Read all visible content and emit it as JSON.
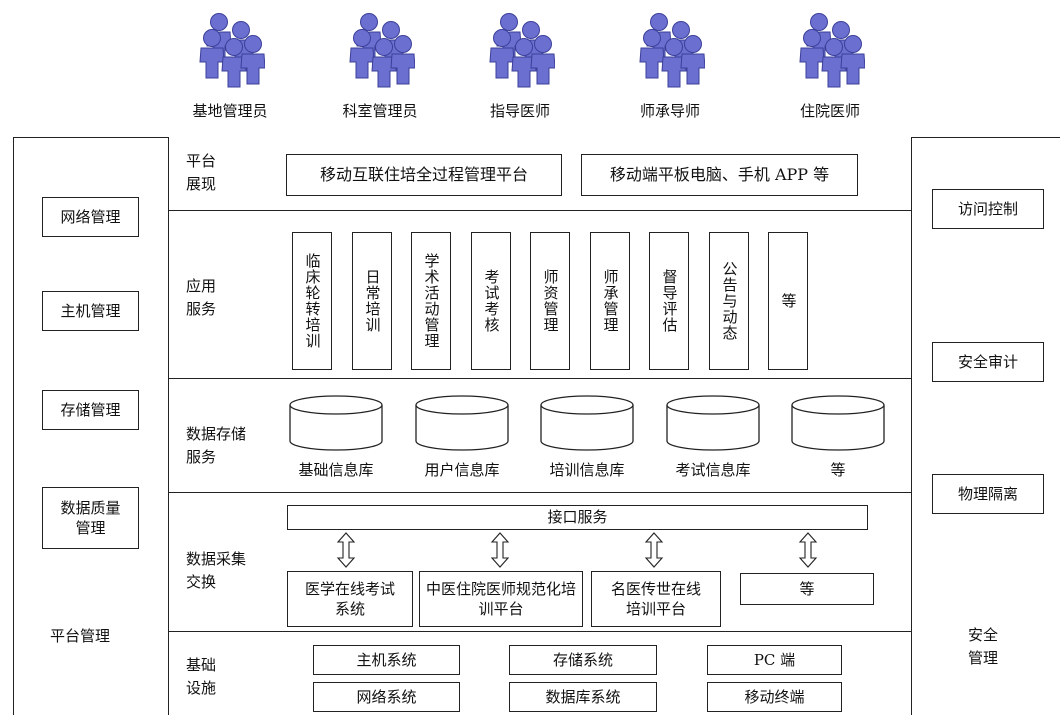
{
  "users": [
    "基地管理员",
    "科室管理员",
    "指导医师",
    "师承导师",
    "住院医师"
  ],
  "left_panel": {
    "items": [
      "网络管理",
      "主机管理",
      "存储管理",
      "数据质量管理"
    ],
    "footer": "平台管理"
  },
  "right_panel": {
    "items": [
      "访问控制",
      "安全审计",
      "物理隔离"
    ],
    "footer": "安全管理"
  },
  "layers": {
    "platform": {
      "label": "平台展现",
      "boxes": [
        "移动互联住培全过程管理平台",
        "移动端平板电脑、手机 APP 等"
      ]
    },
    "application": {
      "label": "应用服务",
      "modules": [
        "临床轮转培训",
        "日常培训",
        "学术活动管理",
        "考试考核",
        "师资管理",
        "师承管理",
        "督导评估",
        "公告与动态",
        "等"
      ]
    },
    "storage": {
      "label": "数据存储服务",
      "databases": [
        "基础信息库",
        "用户信息库",
        "培训信息库",
        "考试信息库",
        "等"
      ]
    },
    "exchange": {
      "label": "数据采集交换",
      "interface": "接口服务",
      "systems": [
        "医学在线考试系统",
        "中医住院医师规范化培训平台",
        "名医传世在线培训平台",
        "等"
      ]
    },
    "infrastructure": {
      "label": "基础设施",
      "items": [
        "主机系统",
        "存储系统",
        "PC 端",
        "网络系统",
        "数据库系统",
        "移动终端"
      ]
    }
  },
  "colors": {
    "icon_fill": "#6b6fd0",
    "icon_dark": "#3b3f99",
    "line": "#222222"
  }
}
